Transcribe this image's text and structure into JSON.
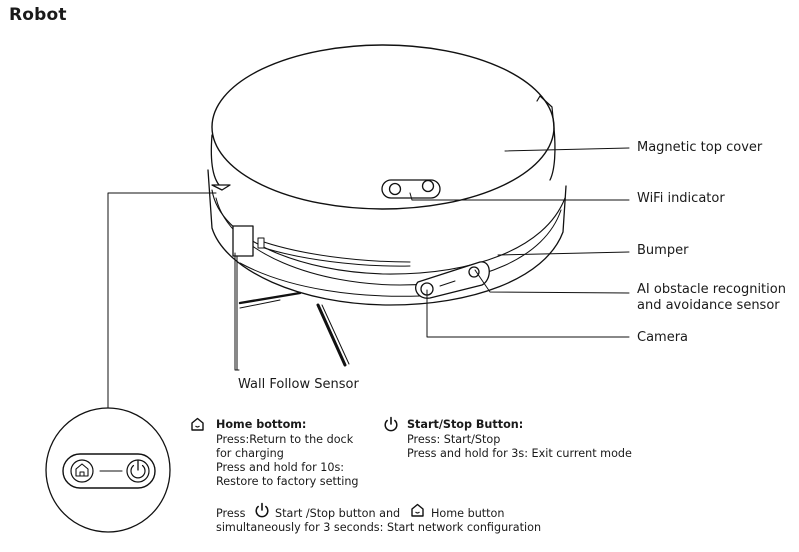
{
  "title": "Robot",
  "callouts": {
    "magnetic_top_cover": "Magnetic top cover",
    "wifi_indicator": "WiFi indicator",
    "bumper": "Bumper",
    "ai_sensor_line1": "AI obstacle recognition",
    "ai_sensor_line2": "and avoidance sensor",
    "camera": "Camera",
    "wall_follow_sensor": "Wall Follow Sensor"
  },
  "home_button": {
    "heading": "Home bottom:",
    "lines": [
      "Press:Return to the dock",
      "for charging",
      "Press and hold for 10s:",
      "Restore to factory setting"
    ]
  },
  "start_stop_button": {
    "heading": "Start/Stop Button:",
    "lines": [
      "Press: Start/Stop",
      "Press and hold for 3s: Exit current mode"
    ]
  },
  "combo": {
    "press": "Press",
    "start_stop_text": "Start /Stop button and",
    "home_text": "Home button",
    "line2": "simultaneously for 3 seconds: Start network configuration"
  },
  "icons": [
    "home-icon",
    "power-icon"
  ]
}
